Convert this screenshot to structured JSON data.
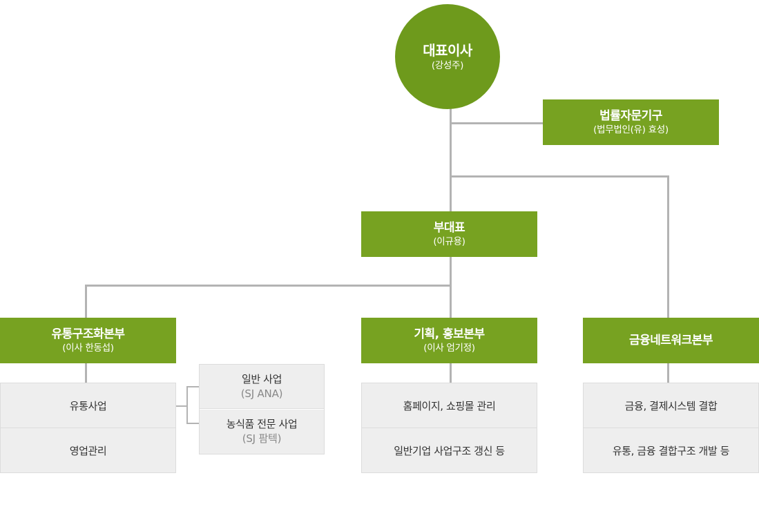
{
  "ceo": {
    "title": "대표이사",
    "name": "(강성주)"
  },
  "advisory": {
    "title": "법률자문기구",
    "name": "(법무법인(유) 효성)"
  },
  "vice_ceo": {
    "title": "부대표",
    "name": "(이규용)"
  },
  "divisions": [
    {
      "title": "유통구조화본부",
      "name": "(이사 한동섭)",
      "items": [
        "유통사업",
        "영업관리"
      ],
      "sub_items": [
        {
          "label": "일반 사업",
          "company": "(SJ ANA)"
        },
        {
          "label": "농식품 전문 사업",
          "company": "(SJ 팜텍)"
        }
      ]
    },
    {
      "title": "기획, 홍보본부",
      "name": "(이사 엄기정)",
      "items": [
        "홈페이지, 쇼핑몰 관리",
        "일반기업 사업구조 갱신 등"
      ]
    },
    {
      "title": "금융네트워크본부",
      "items": [
        "금융, 결제시스템 결합",
        "유통, 금융 결합구조 개발 등"
      ]
    }
  ],
  "colors": {
    "node_green": "#77a221",
    "ceo_green": "#6e9a1c",
    "box_gray": "#eeeeee",
    "line": "#b3b3b3"
  }
}
